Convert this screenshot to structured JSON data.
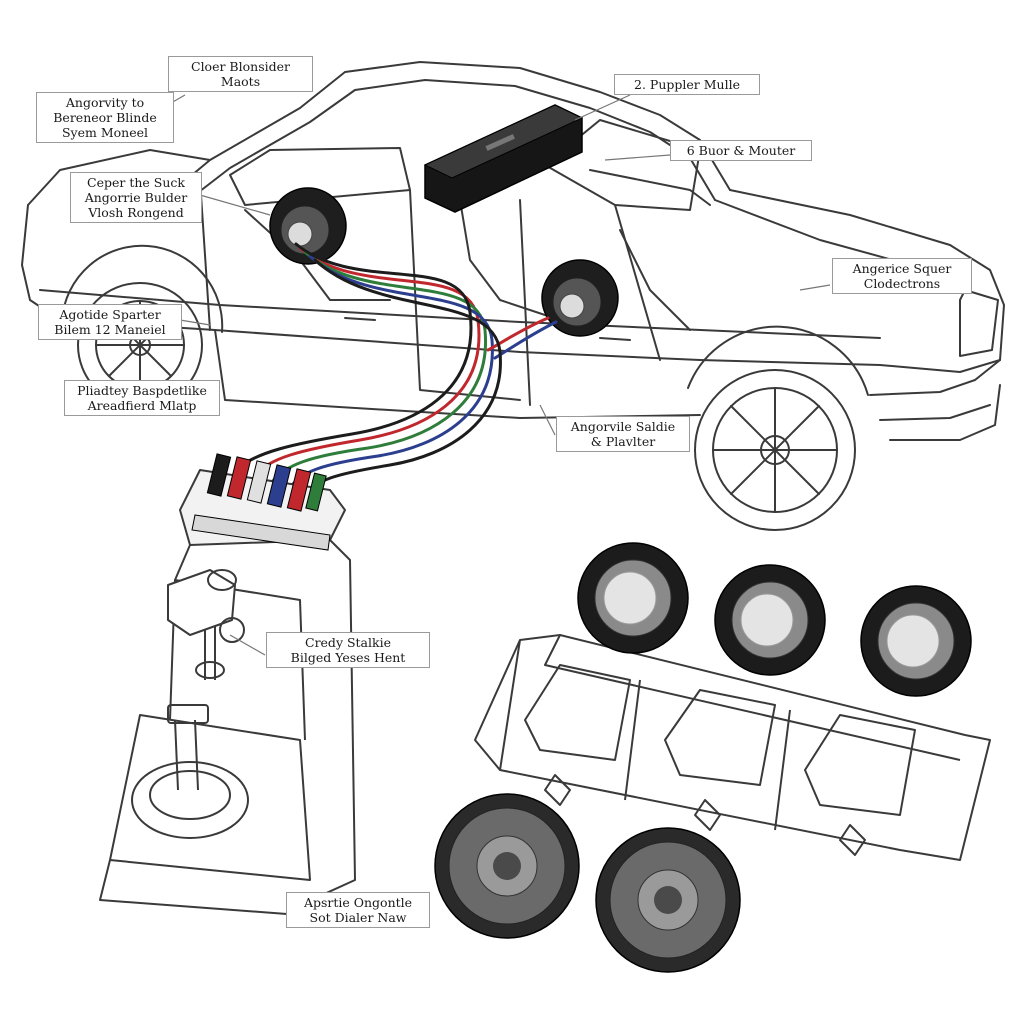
{
  "labels": {
    "l1": {
      "lines": [
        "Cloer Blonsider",
        "Maots"
      ]
    },
    "l2": {
      "lines": [
        "Angorvity to",
        "Bereneor Blinde",
        "Syem Moneel"
      ]
    },
    "l3": {
      "lines": [
        "2. Puppler Mulle"
      ]
    },
    "l4": {
      "lines": [
        "6 Buor & Mouter"
      ]
    },
    "l5": {
      "lines": [
        "Ceper the Suck",
        "Angorrie Bulder",
        "Vlosh Rongend"
      ]
    },
    "l6": {
      "lines": [
        "Angerice Squer",
        "Clodectrons"
      ]
    },
    "l7": {
      "lines": [
        "Agotide Sparter",
        "Bilem 12 Maneiel"
      ]
    },
    "l8": {
      "lines": [
        "Pliadtey Baspdetlike",
        "Areadfierd Mlatp"
      ]
    },
    "l9": {
      "lines": [
        "Angorvile Saldie",
        "& Plavlter"
      ]
    },
    "l10": {
      "lines": [
        "Credy Stalkie",
        "Bilged Yeses Hent"
      ]
    },
    "l11": {
      "lines": [
        "Apsrtie Ongontle",
        "Sot Dialer Naw"
      ]
    }
  },
  "colors": {
    "outline": "#3a3a3a",
    "wire_red": "#c0282d",
    "wire_green": "#2f7d3a",
    "wire_blue": "#2c3f8f",
    "wire_dark": "#1c1c1c",
    "amp_body": "#161616"
  }
}
